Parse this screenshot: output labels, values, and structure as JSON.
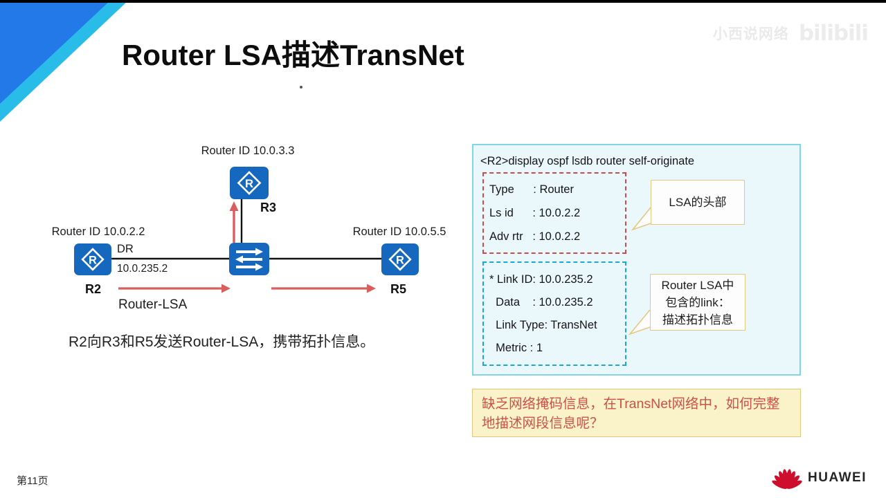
{
  "slide": {
    "title": "Router LSA描述TransNet",
    "page_number": "第11页"
  },
  "watermark": {
    "channel": "小西说网络",
    "platform": "bilibili"
  },
  "branding": {
    "logo_text": "HUAWEI"
  },
  "topology": {
    "r3": {
      "router_id": "Router ID 10.0.3.3",
      "name": "R3"
    },
    "r2": {
      "router_id": "Router ID 10.0.2.2",
      "name": "R2",
      "dr_label": "DR",
      "interface_ip": "10.0.235.2"
    },
    "r5": {
      "router_id": "Router ID 10.0.5.5",
      "name": "R5"
    },
    "flow_label": "Router-LSA",
    "caption": "R2向R3和R5发送Router-LSA，携带拓扑信息。"
  },
  "cli_panel": {
    "command": "<R2>display ospf lsdb router self-originate",
    "lsa_header": {
      "lines": [
        "Type      : Router",
        "Ls id      : 10.0.2.2",
        "Adv rtr   : 10.0.2.2"
      ]
    },
    "lsa_link": {
      "lines": [
        "* Link ID: 10.0.235.2",
        "  Data    : 10.0.235.2",
        "  Link Type: TransNet",
        "  Metric : 1"
      ]
    },
    "callout_header": {
      "text": "LSA的头部"
    },
    "callout_link": {
      "lines": [
        "Router LSA中",
        "包含的link：",
        "描述拓扑信息"
      ]
    }
  },
  "question_box": {
    "text": "缺乏网络掩码信息，在TransNet网络中，如何完整地描述网段信息呢？"
  },
  "colors": {
    "corner_blue": "#2379e8",
    "corner_cyan": "#29bce9",
    "device_blue": "#1568be",
    "arrow_red": "#db5e5e",
    "panel_bg": "#ebf8fb",
    "panel_border": "#82d5e8",
    "lsa_header_box_border": "#cc4a4a",
    "lsa_link_box_border": "#19a7da",
    "callout_border": "#e6c77e",
    "question_bg": "#faf3c9",
    "question_border": "#dec87e",
    "question_text": "#cd5048",
    "huawei_red": "#ce0e2d"
  }
}
